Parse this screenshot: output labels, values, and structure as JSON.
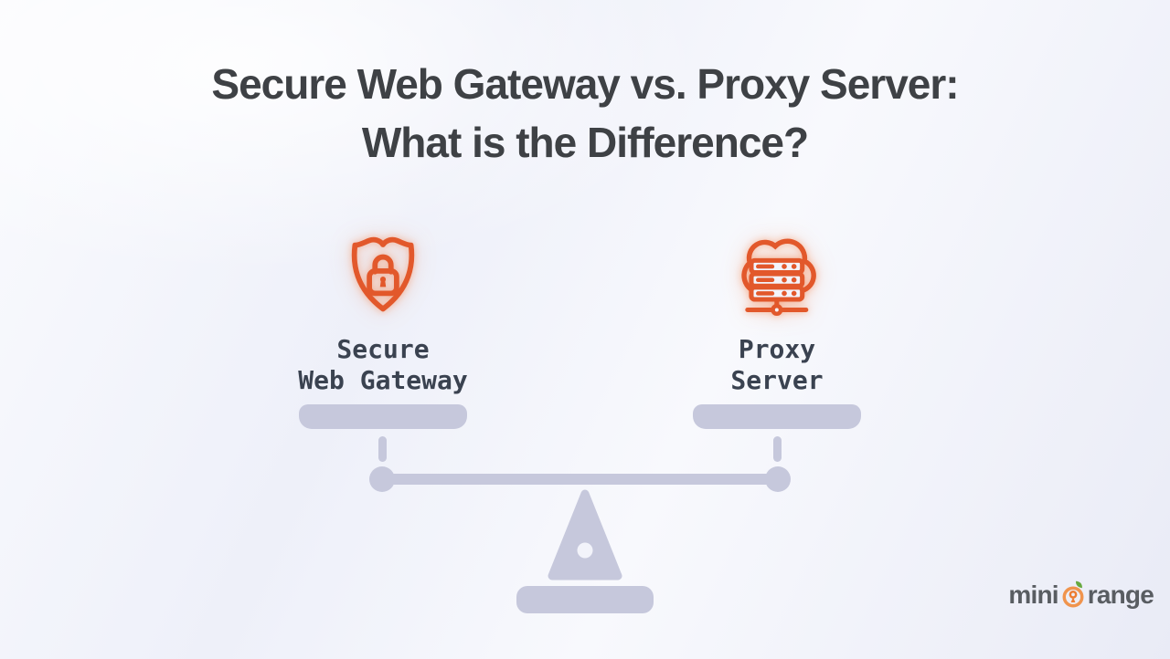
{
  "title": {
    "line1": "Secure Web Gateway vs. Proxy Server:",
    "line2": "What is the Difference?"
  },
  "comparison": {
    "left": {
      "icon": "shield-lock-icon",
      "label_line1": "Secure",
      "label_line2": "Web Gateway"
    },
    "right": {
      "icon": "cloud-server-icon",
      "label_line1": "Proxy",
      "label_line2": "Server"
    }
  },
  "illustration": {
    "type": "balance-scale"
  },
  "logo": {
    "prefix": "mini",
    "suffix": "range",
    "icon": "orange-keyhole-leaf-icon"
  },
  "colors": {
    "accent_orange": "#E2582B",
    "scale_lavender": "#C6C8DC",
    "title_text": "#3E4145",
    "label_text": "#3A4250",
    "logo_text": "#595D62",
    "logo_orange_ring": "#F0944E",
    "leaf_green": "#67A93F",
    "background_tint": "#EDEFF8"
  }
}
